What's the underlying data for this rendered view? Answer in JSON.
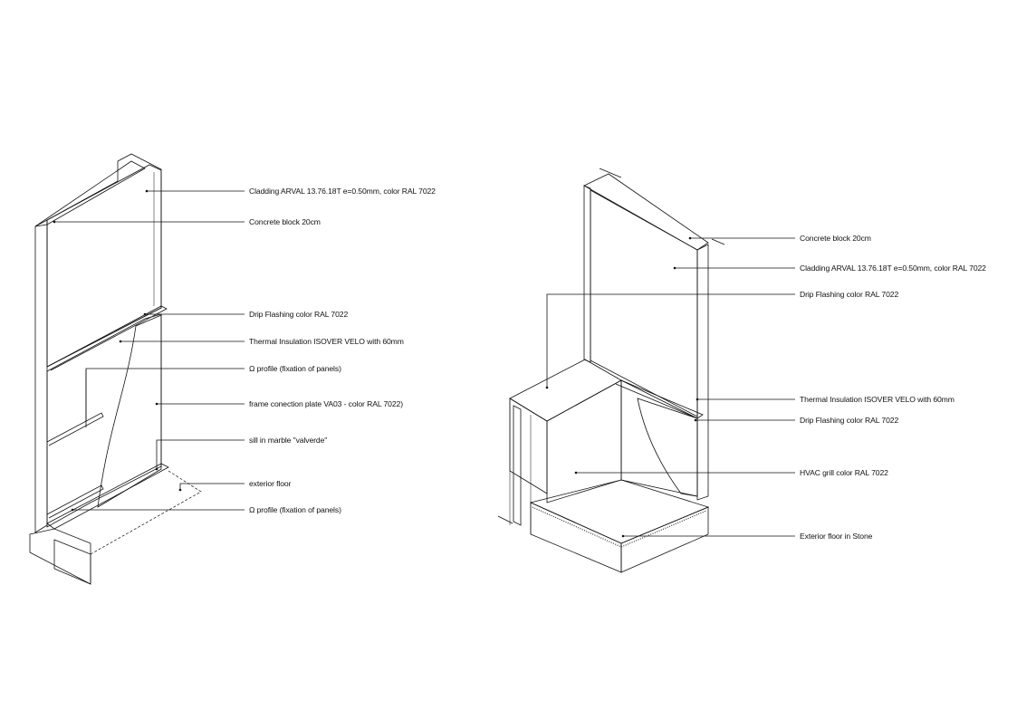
{
  "left_drawing": {
    "labels": [
      "Cladding ARVAL 13.76.18T e=0.50mm, color RAL 7022",
      "Concrete block 20cm",
      "Drip Flashing color RAL 7022",
      "Thermal Insulation ISOVER VELO with 60mm",
      "Ω profile (fixation of panels)",
      "frame conection plate VA03 - color RAL 7022)",
      "sill in marble \"valverde\"",
      "exterior floor",
      "Ω profile (fixation of panels)"
    ]
  },
  "right_drawing": {
    "labels": [
      "Concrete block 20cm",
      "Cladding ARVAL 13.76.18T e=0.50mm, color RAL 7022",
      "Drip Flashing color RAL 7022",
      "Thermal Insulation ISOVER VELO with 60mm",
      "Drip Flashing color RAL 7022",
      "HVAC grill color RAL 7022",
      "Exterior floor in Stone"
    ]
  }
}
